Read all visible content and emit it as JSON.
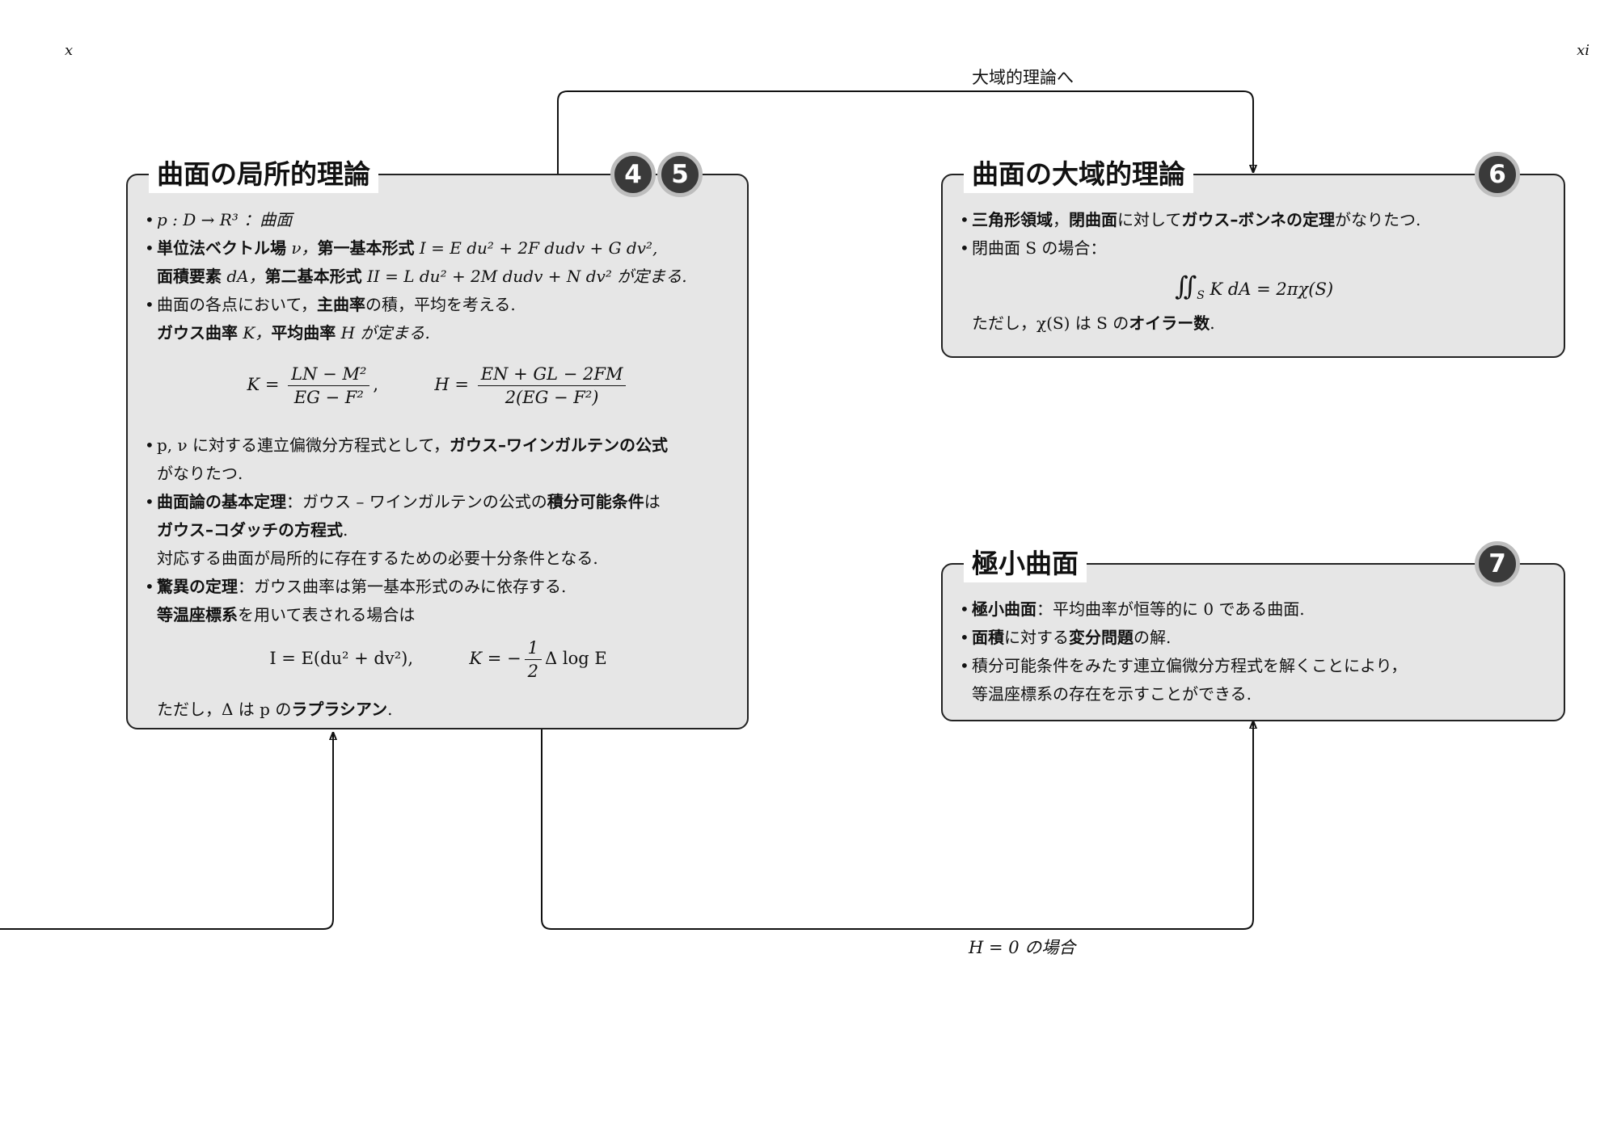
{
  "page_numbers": {
    "left": "x",
    "right": "xi"
  },
  "edge_labels": {
    "to_global": "大域的理論へ",
    "h_zero": "H = 0 の場合"
  },
  "local_theory": {
    "title": "曲面の局所的理論",
    "badges": [
      "4",
      "5"
    ],
    "l1": "p : D → R³ ：曲面",
    "l2a": "単位法ベクトル場",
    "l2b": " ν，",
    "l2c": "第一基本形式",
    "l2d": " I = E du² + 2F dudv + G dv²,",
    "l3a": "面積要素",
    "l3b": " dA，",
    "l3c": "第二基本形式",
    "l3d": " II = L du² + 2M dudv + N dv² が定まる.",
    "l4a": "曲面の各点において，",
    "l4b": "主曲率",
    "l4c": "の積，平均を考える.",
    "l5a": "ガウス曲率",
    "l5b": " K，",
    "l5c": "平均曲率",
    "l5d": " H が定まる.",
    "eq1": {
      "k_lhs": "K =",
      "k_num": "LN − M²",
      "k_den": "EG − F²",
      "sep": ",",
      "h_lhs": "H =",
      "h_num": "EN + GL − 2FM",
      "h_den": "2(EG − F²)"
    },
    "l6a": "p, ν に対する連立偏微分方程式として，",
    "l6b": "ガウス–ワインガルテンの公式",
    "l7": "がなりたつ.",
    "l8a": "曲面論の基本定理",
    "l8b": "：ガウス – ワインガルテンの公式の",
    "l8c": "積分可能条件",
    "l8d": "は",
    "l9a": "ガウス–コダッチの方程式",
    "l9b": ".",
    "l10": "対応する曲面が局所的に存在するための必要十分条件となる.",
    "l11a": "驚異の定理",
    "l11b": "：ガウス曲率は第一基本形式のみに依存する.",
    "l12a": "等温座標系",
    "l12b": "を用いて表される場合は",
    "eq2": {
      "left": "I = E(du² + dv²),",
      "k_lhs": "K = −",
      "frac_num": "1",
      "frac_den": "2",
      "rhs": "Δ log E"
    },
    "l13a": "ただし，Δ は p の",
    "l13b": "ラプラシアン",
    "l13c": "."
  },
  "global_theory": {
    "title": "曲面の大域的理論",
    "badge": "6",
    "l1a": "三角形領域",
    "l1b": "，",
    "l1c": "閉曲面",
    "l1d": "に対して",
    "l1e": "ガウス–ボンネの定理",
    "l1f": "がなりたつ.",
    "l2": "閉曲面 S の場合：",
    "eq": {
      "integral": "∬",
      "sub": "S",
      "rhs": "K dA = 2πχ(S)"
    },
    "l3a": "ただし，χ(S) は S の",
    "l3b": "オイラー数",
    "l3c": "."
  },
  "minimal_surface": {
    "title": "極小曲面",
    "badge": "7",
    "l1a": "極小曲面",
    "l1b": "：平均曲率が恒等的に 0 である曲面.",
    "l2a": "面積",
    "l2b": "に対する",
    "l2c": "変分問題",
    "l2d": "の解.",
    "l3": "積分可能条件をみたす連立偏微分方程式を解くことにより，",
    "l4": "等温座標系の存在を示すことができる."
  }
}
